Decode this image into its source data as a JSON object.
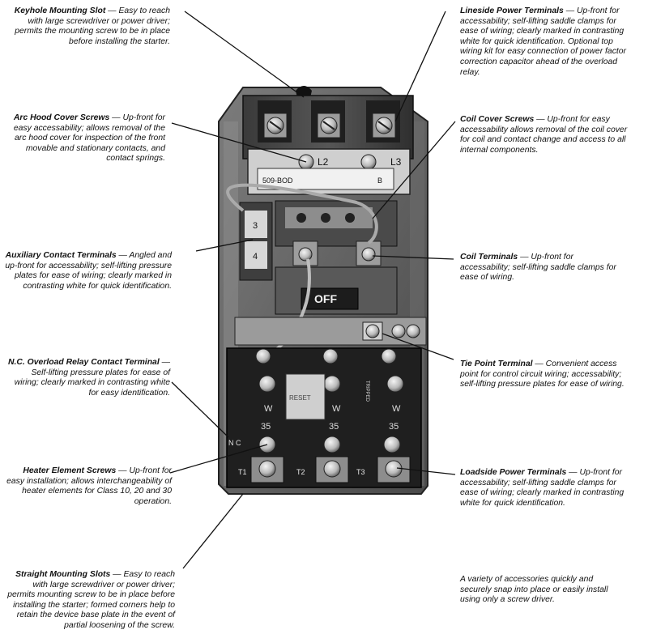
{
  "callouts": {
    "keyhole": {
      "title": "Keyhole Mounting Slot",
      "body": "Easy to reach with large screwdriver or power driver; permits the mounting screw to be in place before installing the starter."
    },
    "arc_hood": {
      "title": "Arc Hood Cover Screws",
      "body": "Up-front for easy accessability; allows removal of the arc hood cover for inspection of the front movable and stationary contacts, and contact springs."
    },
    "auxiliary": {
      "title": "Auxiliary Contact Terminals",
      "body": "Angled and up-front for accessability; self-lifting pressure plates for ease of wiring; clearly marked in contrasting white for quick identification."
    },
    "nc_overload": {
      "title": "N.C. Overload Relay Contact Terminal",
      "body": "Self-lifting pressure plates for ease of wiring; clearly marked in contrasting white for easy identification."
    },
    "heater": {
      "title": "Heater Element Screws",
      "body": "Up-front for easy installation; allows interchangeability of heater elements for Class 10, 20 and 30 operation."
    },
    "straight": {
      "title": "Straight Mounting Slots",
      "body": "Easy to reach with large screwdriver or power driver; permits mounting screw to be in place before installing the starter; formed corners help to retain the device base plate in the event of partial loosening of the screw."
    },
    "lineside": {
      "title": "Lineside Power Terminals",
      "body": "Up-front for accessability; self-lifting saddle clamps for ease of wiring; clearly marked in contrasting white for quick identification. Optional top wiring kit for easy connection of power factor correction capacitor ahead of the overload relay."
    },
    "coil_cover": {
      "title": "Coil Cover Screws",
      "body": "Up-front for easy accessability allows removal of the coil cover for coil and contact change and access to all internal components."
    },
    "coil_terminals": {
      "title": "Coil Terminals",
      "body": "Up-front for accessability; self-lifting saddle clamps for ease of wiring."
    },
    "tie_point": {
      "title": "Tie Point Terminal",
      "body": "Convenient access point for control circuit wiring; accessability; self-lifting pressure plates for ease of wiring."
    },
    "loadside": {
      "title": "Loadside Power Terminals",
      "body": "Up-front for accessability; self-lifting saddle clamps for ease of wiring; clearly marked in contrasting white for quick identification."
    }
  },
  "accessories_note": "A variety of accessories quickly and securely snap into place or easily install using only a screw driver.",
  "device": {
    "label_l2": "L2",
    "label_l3": "L3",
    "nameplate_model": "509-BOD",
    "nameplate_series": "B",
    "off_label": "OFF",
    "aux_label": "3",
    "aux_label_2": "4",
    "w_mark": "W",
    "rating_35": "35",
    "nc_label": "N C",
    "t1": "T1",
    "t2": "T2",
    "t3": "T3",
    "reset_label": "RESET",
    "side_label": "TRIPPED"
  }
}
